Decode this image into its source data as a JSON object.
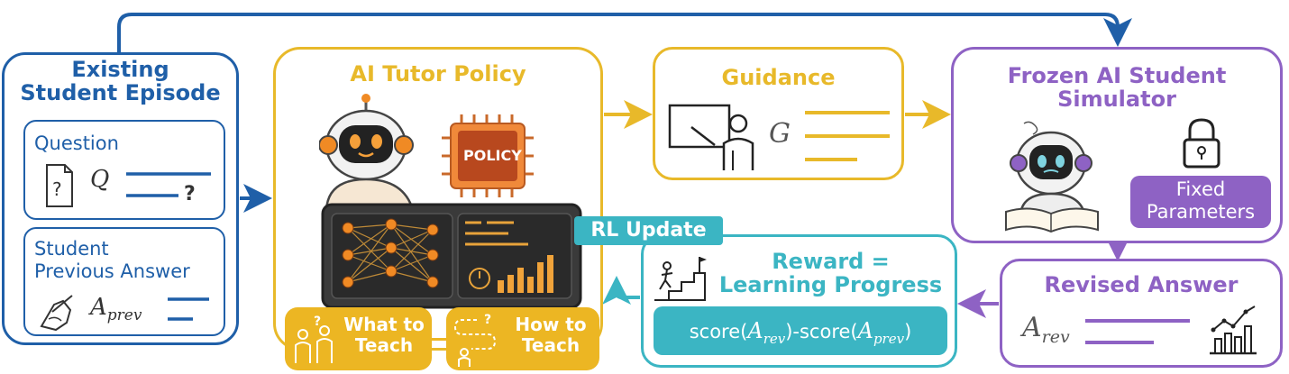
{
  "episode": {
    "title_line1": "Existing",
    "title_line2": "Student Episode",
    "question_label": "Question",
    "question_symbol": "Q",
    "question_mark": "?",
    "answer_label_line1": "Student",
    "answer_label_line2": "Previous Answer",
    "answer_symbol": "A",
    "answer_subscript": "prev"
  },
  "tutor": {
    "title": "AI Tutor Policy",
    "chip_label": "POLICY",
    "what_line1": "What to",
    "what_line2": "Teach",
    "how_line1": "How to",
    "how_line2": "Teach"
  },
  "guidance": {
    "title": "Guidance",
    "symbol": "G"
  },
  "frozen": {
    "title_line1": "Frozen AI Student",
    "title_line2": "Simulator",
    "fixed_line1": "Fixed",
    "fixed_line2": "Parameters"
  },
  "revised": {
    "title": "Revised Answer",
    "symbol": "A",
    "subscript": "rev"
  },
  "reward": {
    "title_line1": "Reward =",
    "title_line2": "Learning Progress",
    "score_prefix": "score(",
    "score_a1": "A",
    "score_sub1": "rev",
    "score_mid": ")-score(",
    "score_a2": "A",
    "score_sub2": "prev",
    "score_suffix": ")"
  },
  "rl_update": "RL Update",
  "colors": {
    "blue": "#1f5fa8",
    "yellow": "#e8b92a",
    "purple": "#8e62c4",
    "teal": "#3bb5c3",
    "orange": "#f08a24"
  },
  "icons": [
    "question-doc-icon",
    "writing-hand-icon",
    "tutor-robot-icon",
    "policy-chip-icon",
    "neural-dashboard-icon",
    "teacher-board-icon",
    "student-robot-icon",
    "lock-icon",
    "stairs-progress-icon",
    "growth-chart-icon",
    "people-question-icon",
    "path-question-icon"
  ]
}
